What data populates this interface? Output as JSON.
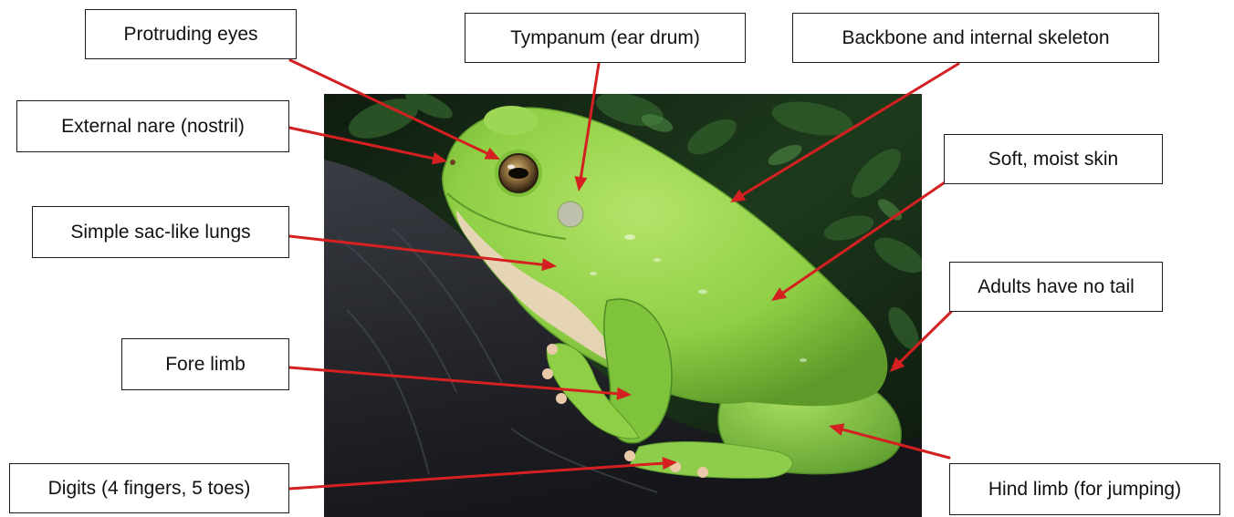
{
  "labels": [
    "Protruding eyes",
    "Tympanum (ear drum)",
    "Backbone and internal skeleton",
    "External nare (nostril)",
    "Soft, moist skin",
    "Simple sac-like lungs",
    "Adults have no tail",
    "Fore limb",
    "Digits (4 fingers, 5 toes)",
    "Hind limb (for jumping)"
  ],
  "colors": {
    "arrow": "#d42020",
    "frog_body": "#8fcf45",
    "frog_belly": "#f4d6c8",
    "background_foliage": "#1e3a1e",
    "log": "#2a2c30"
  }
}
